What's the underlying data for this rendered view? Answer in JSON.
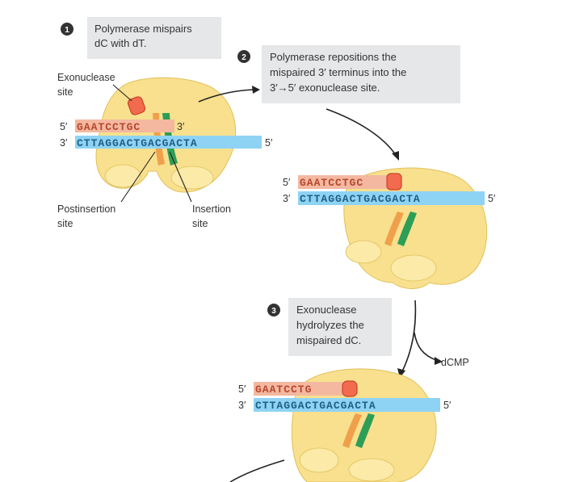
{
  "steps": [
    {
      "number": "1",
      "caption_lines": [
        "Polymerase mispairs",
        "dC with dT."
      ]
    },
    {
      "number": "2",
      "caption_lines": [
        "Polymerase repositions the",
        "mispaired 3′ terminus into the",
        "3′→5′ exonuclease site."
      ]
    },
    {
      "number": "3",
      "caption_lines": [
        "Exonuclease",
        "hydrolyzes the",
        "mispaired dC."
      ]
    }
  ],
  "labels": {
    "exonuclease_site": [
      "Exonuclease",
      "site"
    ],
    "postinsertion_site": [
      "Postinsertion",
      "site"
    ],
    "insertion_site": [
      "Insertion",
      "site"
    ],
    "dcmp": "dCMP"
  },
  "strand_ends": {
    "five_prime": "5′",
    "three_prime": "3′"
  },
  "panel1": {
    "top": "GAATCCTGC",
    "bottom": "CTTAGGACTGACGACTA"
  },
  "panel2": {
    "top": "GAATCCTGC",
    "bottom": "CTTAGGACTGACGACTA"
  },
  "panel3": {
    "top": "GAATCCTG",
    "bottom": "CTTAGGACTGACGACTA"
  },
  "colors": {
    "polymerase": "#f8e08e",
    "polymerase_outline": "#e0c15a",
    "template_strand": "#8fd3f4",
    "primer_strand": "#f4b8a0",
    "exonuclease_site": "#f26b4f",
    "postinsertion_site": "#f0a04b",
    "insertion_site": "#2e9e57",
    "caption_box": "#e6e7e8"
  },
  "icons": [
    "step-marker-icon",
    "arrow-icon"
  ]
}
